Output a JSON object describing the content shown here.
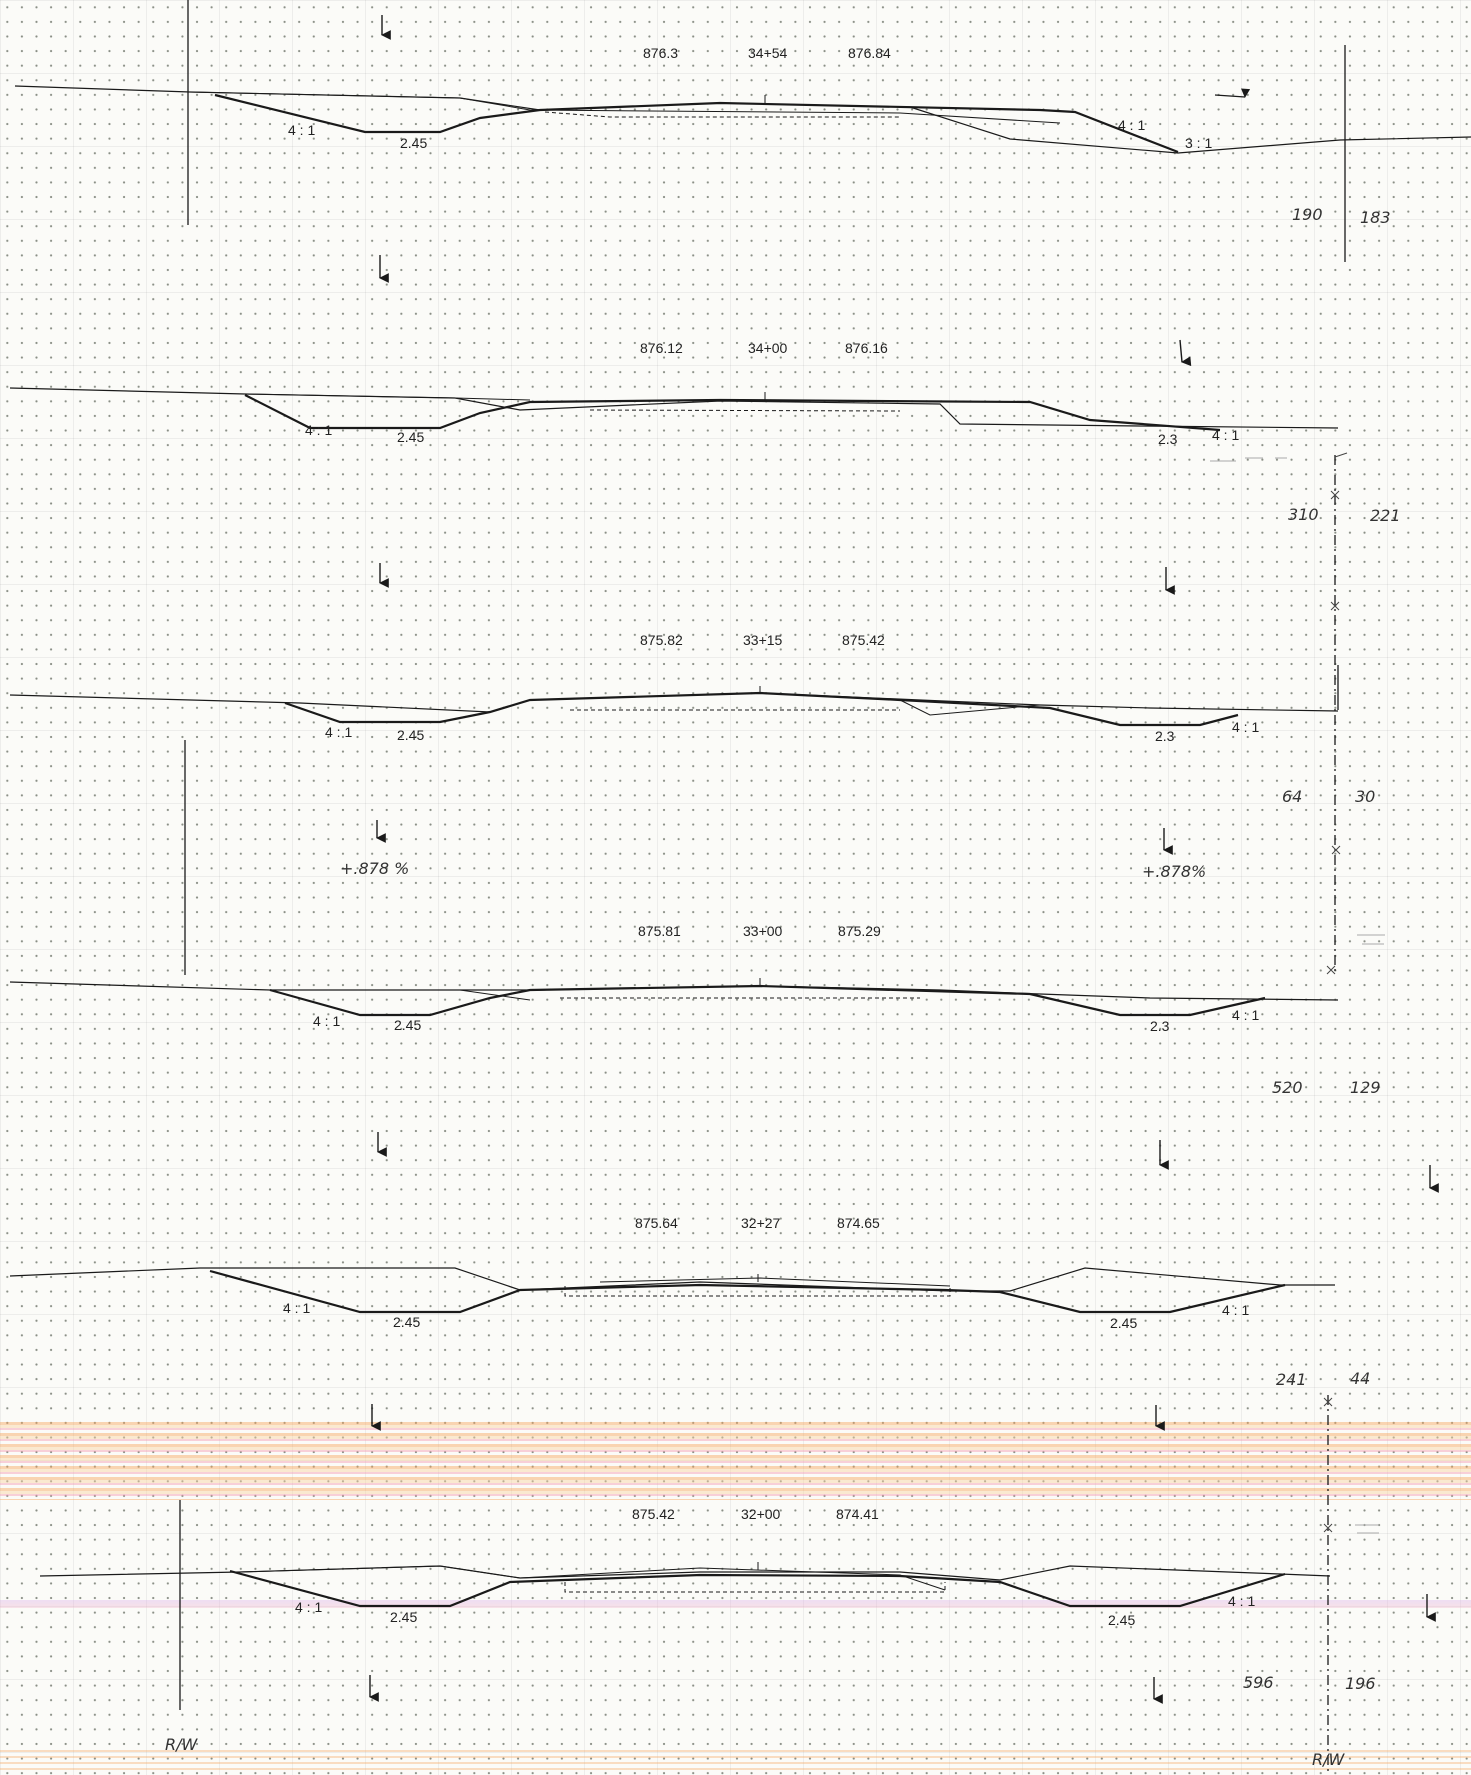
{
  "sections": [
    {
      "station": "34+54",
      "left_elev": "876.3",
      "right_elev": "876.84",
      "left_slope": "4 : 1",
      "left_depth": "2.45",
      "right_depth": "",
      "right_slope": "4 : 1",
      "right_slope2": "3 : 1",
      "area_left": "190",
      "area_right": "183"
    },
    {
      "station": "34+00",
      "left_elev": "876.12",
      "right_elev": "876.16",
      "left_slope": "4 : 1",
      "left_depth": "2.45",
      "right_depth": "2.3",
      "right_slope": "4 : 1",
      "area_left": "310",
      "area_right": "221"
    },
    {
      "station": "33+15",
      "left_elev": "875.82",
      "right_elev": "875.42",
      "left_slope": "4 : 1",
      "left_depth": "2.45",
      "right_depth": "2.3",
      "right_slope": "4 : 1",
      "area_left": "64",
      "area_right": "30"
    },
    {
      "station": "33+00",
      "left_elev": "875.81",
      "right_elev": "875.29",
      "left_slope": "4 : 1",
      "left_depth": "2.45",
      "right_depth": "2.3",
      "right_slope": "4 : 1",
      "area_left": "520",
      "area_right": "129"
    },
    {
      "station": "32+27",
      "left_elev": "875.64",
      "right_elev": "874.65",
      "left_slope": "4 : 1",
      "left_depth": "2.45",
      "right_depth": "2.45",
      "right_slope": "4 : 1",
      "area_left": "241",
      "area_right": "44"
    },
    {
      "station": "32+00",
      "left_elev": "875.42",
      "right_elev": "874.41",
      "left_slope": "4 : 1",
      "left_depth": "2.45",
      "right_depth": "2.45",
      "right_slope": "4 : 1",
      "area_left": "596",
      "area_right": "196"
    }
  ],
  "grade_left": "+.878 %",
  "grade_right": "+.878%",
  "rw_left": "R/W",
  "rw_right": "R/W",
  "colors": {
    "ink": "#1a1a1a",
    "paper": "#fbfbf8",
    "grid_dot": "#8a8f86",
    "stain_orange": "#f3a35a",
    "stain_pink": "#f08aa0"
  }
}
